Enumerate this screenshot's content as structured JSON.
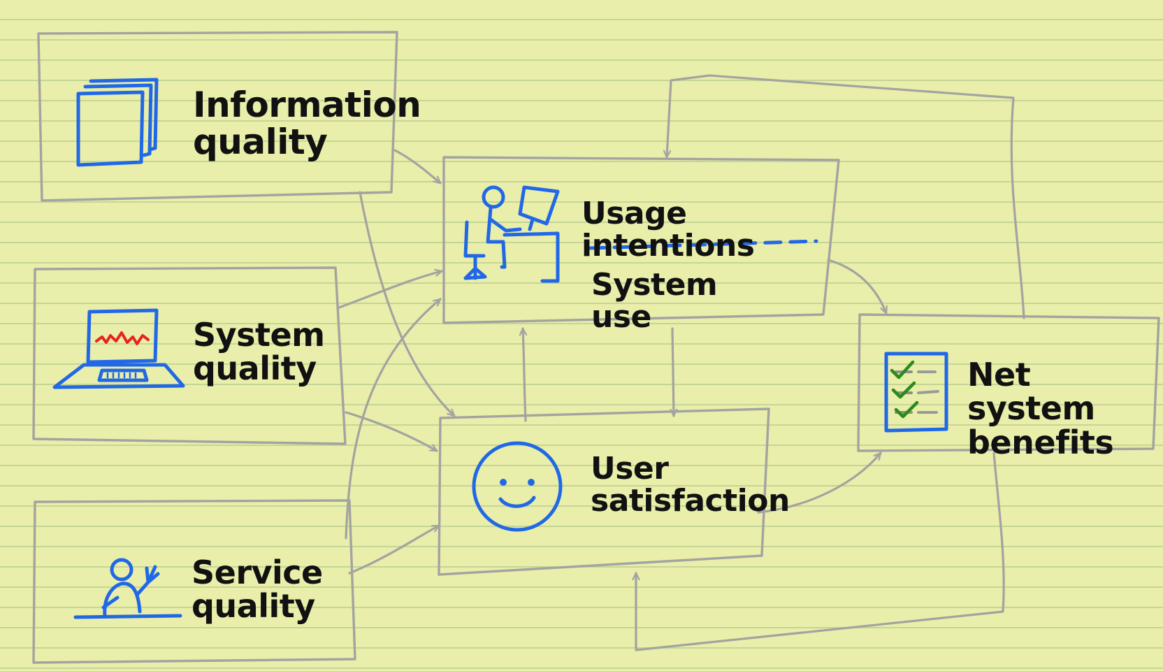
{
  "nodes": {
    "information_quality": {
      "line1": "Information",
      "line2": "quality",
      "icon": "documents-icon"
    },
    "system_quality": {
      "line1": "System",
      "line2": "quality",
      "icon": "laptop-icon"
    },
    "service_quality": {
      "line1": "Service",
      "line2": "quality",
      "icon": "waving-person-icon"
    },
    "usage": {
      "upper": "Usage intentions",
      "lower": "System use",
      "icon": "person-at-computer-icon"
    },
    "user_satisfaction": {
      "line1": "User",
      "line2": "satisfaction",
      "icon": "smiley-face-icon"
    },
    "net_benefits": {
      "line1": "Net system",
      "line2": "benefits",
      "icon": "checklist-icon"
    }
  },
  "colors": {
    "paper": "#e9eeaa",
    "rule_line": "#c5d596",
    "frame": "#a3a3a0",
    "icon_blue": "#2168e6",
    "icon_red": "#e8241c",
    "icon_green": "#2a8a1a"
  }
}
